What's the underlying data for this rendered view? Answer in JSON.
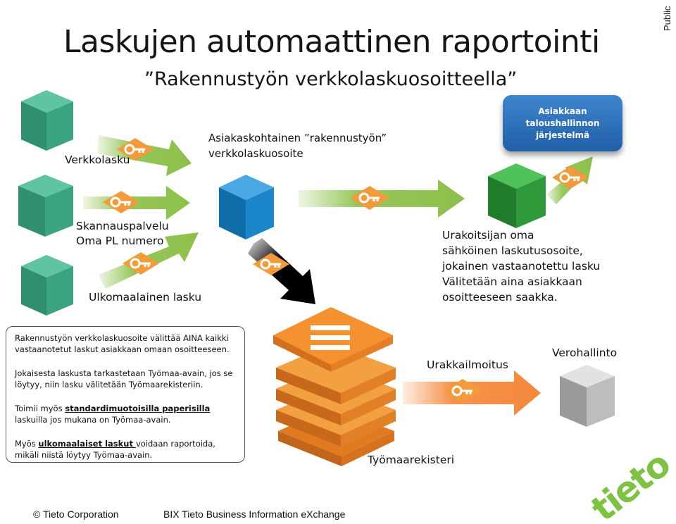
{
  "slide": {
    "title": "Laskujen automaattinen raportointi",
    "subtitle": "”Rakennustyön verkkolaskuosoitteella”",
    "classification": "Public"
  },
  "sources": [
    {
      "label": "Verkkolasku"
    },
    {
      "label_lines": [
        "Skannauspalvelu",
        "Oma PL numero"
      ]
    },
    {
      "label": "Ulkomaalainen lasku"
    }
  ],
  "hub": {
    "label_lines": [
      "Asiakaskohtainen ”rakennustyön”",
      "verkkolaskuosoite"
    ]
  },
  "customer_system": {
    "lines": [
      "Asiakkaan",
      "taloushallinnon",
      "järjestelmä"
    ]
  },
  "contractor": {
    "lines": [
      "Urakoitsijan oma",
      "sähköinen laskutusosoite,",
      "jokainen vastaanotettu lasku",
      "Välitetään aina asiakkaan",
      "osoitteeseen saakka."
    ]
  },
  "registry": {
    "label": "Työmaarekisteri"
  },
  "report_arrow": {
    "label": "Urakkailmoitus"
  },
  "tax_authority": {
    "label": "Verohallinto"
  },
  "info_box": {
    "p1": "Rakennustyön verkkolaskuosoite välittää AINA kaikki vastaanotetut laskut asiakkaan omaan osoitteeseen.",
    "p2": "Jokaisesta laskusta tarkastetaan Työmaa-avain, jos se löytyy, niin lasku välitetään Työmaarekisteriin.",
    "p3_prefix": "Toimii myös ",
    "p3_link": "standardimuotoisilla  paperisilla",
    "p3_suffix": " laskuilla jos mukana on Työmaa-avain.",
    "p4_prefix": "Myös ",
    "p4_link": "ulkomaalaiset  laskut ",
    "p4_suffix": " voidaan raportoida, mikäli niistä löytyy Työmaa-avain."
  },
  "footer": {
    "copyright": "© Tieto Corporation",
    "product": "BIX Tieto Business Information eXchange"
  },
  "logo": {
    "text": "tieto"
  },
  "colors": {
    "source_cube": "#3aa382",
    "hub_cube": "#1b86c9",
    "contractor_cube": "#2e9a3c",
    "tax_cube": "#bdbdbd",
    "arrow_green": "#8cc04a",
    "arrow_orange": "#f4883a",
    "key_badge": "#f39b3a",
    "registry": "#f08c2e",
    "system_box": "#2f74bd",
    "logo_green": "#7ec242"
  },
  "icons": [
    "key-icon",
    "cube-icon",
    "database-stack-icon",
    "black-arrow-icon"
  ]
}
